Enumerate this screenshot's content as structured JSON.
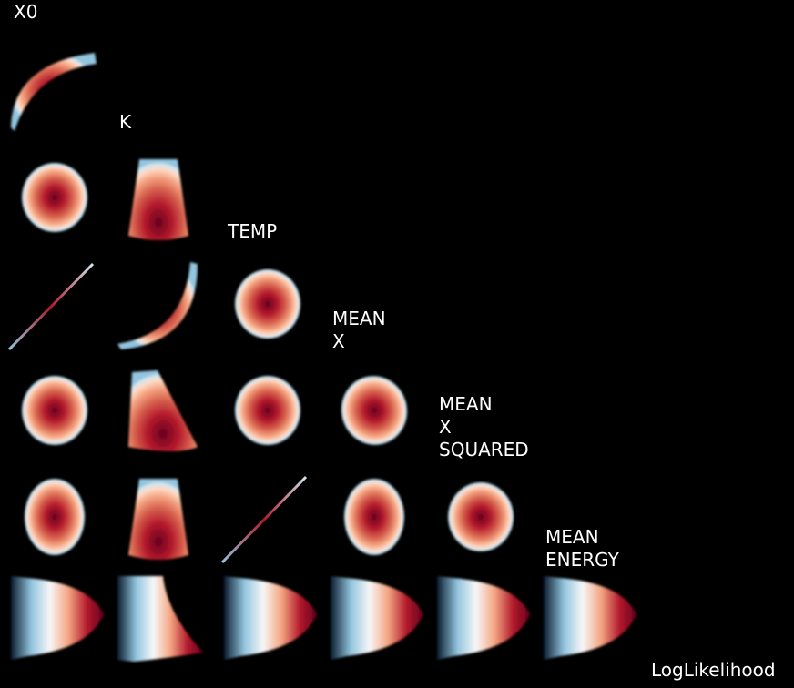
{
  "chart_data": {
    "type": "scatter",
    "plot_kind": "corner plot (pairwise density scatter)",
    "background": "#000000",
    "colormap": [
      "#67001f",
      "#b2182b",
      "#d6604d",
      "#f4a582",
      "#fddbc7",
      "#f7f7f7",
      "#d1e5f0",
      "#92c5de"
    ],
    "variables": [
      "X0",
      "K",
      "TEMP",
      "MEAN\nX",
      "MEAN\nX\nSQUARED",
      "MEAN\nENERGY",
      "LogLikelihood"
    ],
    "panels": [
      {
        "row": 1,
        "col": 0,
        "shape": "curve-concave",
        "x": "X0",
        "y": "K"
      },
      {
        "row": 2,
        "col": 0,
        "shape": "blob",
        "x": "X0",
        "y": "TEMP"
      },
      {
        "row": 2,
        "col": 1,
        "shape": "trapezoid-up",
        "x": "K",
        "y": "TEMP"
      },
      {
        "row": 3,
        "col": 0,
        "shape": "line",
        "x": "X0",
        "y": "MEAN X"
      },
      {
        "row": 3,
        "col": 1,
        "shape": "curve-convex",
        "x": "K",
        "y": "MEAN X"
      },
      {
        "row": 3,
        "col": 2,
        "shape": "blob",
        "x": "TEMP",
        "y": "MEAN X"
      },
      {
        "row": 4,
        "col": 0,
        "shape": "blob",
        "x": "X0",
        "y": "MEAN X SQUARED"
      },
      {
        "row": 4,
        "col": 1,
        "shape": "trapezoid-skew",
        "x": "K",
        "y": "MEAN X SQUARED"
      },
      {
        "row": 4,
        "col": 2,
        "shape": "blob",
        "x": "TEMP",
        "y": "MEAN X SQUARED"
      },
      {
        "row": 4,
        "col": 3,
        "shape": "blob-tilted",
        "x": "MEAN X",
        "y": "MEAN X SQUARED"
      },
      {
        "row": 5,
        "col": 0,
        "shape": "blob-tall",
        "x": "X0",
        "y": "MEAN ENERGY"
      },
      {
        "row": 5,
        "col": 1,
        "shape": "trapezoid-up",
        "x": "K",
        "y": "MEAN ENERGY"
      },
      {
        "row": 5,
        "col": 2,
        "shape": "line",
        "x": "TEMP",
        "y": "MEAN ENERGY"
      },
      {
        "row": 5,
        "col": 3,
        "shape": "blob-tall",
        "x": "MEAN X",
        "y": "MEAN ENERGY"
      },
      {
        "row": 5,
        "col": 4,
        "shape": "blob",
        "x": "MEAN X SQUARED",
        "y": "MEAN ENERGY"
      },
      {
        "row": 6,
        "col": 0,
        "shape": "fan",
        "x": "X0",
        "y": "LogLikelihood"
      },
      {
        "row": 6,
        "col": 1,
        "shape": "fan-skew",
        "x": "K",
        "y": "LogLikelihood"
      },
      {
        "row": 6,
        "col": 2,
        "shape": "fan",
        "x": "TEMP",
        "y": "LogLikelihood"
      },
      {
        "row": 6,
        "col": 3,
        "shape": "fan",
        "x": "MEAN X",
        "y": "LogLikelihood"
      },
      {
        "row": 6,
        "col": 4,
        "shape": "fan",
        "x": "MEAN X SQUARED",
        "y": "LogLikelihood"
      },
      {
        "row": 6,
        "col": 5,
        "shape": "fan",
        "x": "MEAN ENERGY",
        "y": "LogLikelihood"
      }
    ]
  }
}
